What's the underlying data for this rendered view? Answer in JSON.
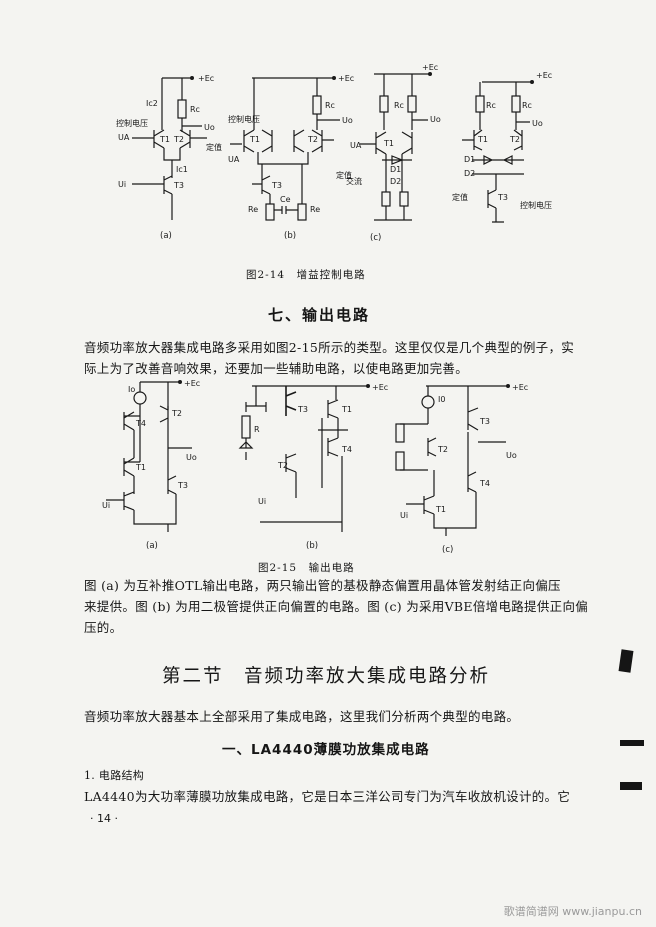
{
  "figure_14": {
    "caption": "图2-14　增益控制电路",
    "sub_a": "(a)",
    "sub_b": "(b)",
    "sub_c": "(c)",
    "sub_d": "",
    "labels": {
      "ec": "+Ec",
      "ic2": "Ic2",
      "rc": "Rc",
      "uo": "Uo",
      "ctrl_voltage": "控制电压",
      "ua": "UA",
      "t1": "T1",
      "t2": "T2",
      "t3": "T3",
      "ec_set": "定值",
      "ic1": "Ic1",
      "ui": "Ui",
      "re": "Re",
      "ce": "Ce",
      "ctrl_elec": "控制电压",
      "d1": "D1",
      "d2": "D2",
      "ctrl_ac": "交流",
      "ctrl_volt_c": "控制电压"
    }
  },
  "section_seven": {
    "heading": "七、输出电路"
  },
  "para1": {
    "line1": "音频功率放大器集成电路多采用如图2-15所示的类型。这里仅仅是几个典型的例子，实",
    "line2": "际上为了改善音响效果，还要加一些辅助电路，以使电路更加完善。"
  },
  "figure_15": {
    "caption": "图2-15　输出电路",
    "sub_a": "(a)",
    "sub_b": "(b)",
    "sub_c": "(c)",
    "labels": {
      "ec": "+Ec",
      "io": "Io",
      "i0": "I0",
      "r": "R",
      "uo": "Uo",
      "ui": "Ui",
      "t1": "T1",
      "t2": "T2",
      "t3": "T3",
      "t4": "T4"
    }
  },
  "para2": {
    "line1": "图 (a) 为互补推OTL输出电路，两只输出管的基极静态偏置用晶体管发射结正向偏压",
    "line2": "来提供。图 (b) 为用二极管提供正向偏置的电路。图 (c) 为采用VBE倍增电路提供正向偏",
    "line3": "压的。"
  },
  "section_two": {
    "heading": "第二节　音频功率放大集成电路分析"
  },
  "para3": {
    "line1": "音频功率放大器基本上全部采用了集成电路，这里我们分析两个典型的电路。"
  },
  "subsection_one": {
    "heading": "一、LA4440薄膜功放集成电路"
  },
  "item1": {
    "label": "1. 电路结构"
  },
  "para4": {
    "line1": "LA4440为大功率薄膜功放集成电路，它是日本三洋公司专门为汽车收放机设计的。它"
  },
  "page_number": "· 14 ·",
  "watermark": "歌谱简谱网 www.jianpu.cn"
}
